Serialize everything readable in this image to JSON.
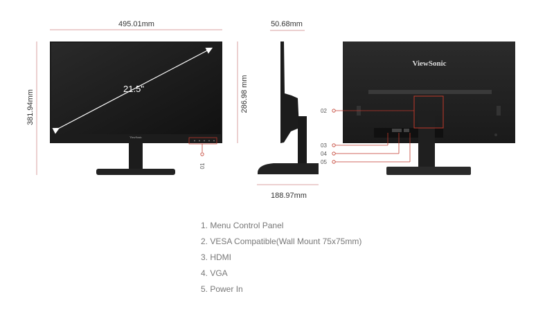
{
  "dimensions": {
    "front_width": "495.01mm",
    "front_height": "381.94mm",
    "screen_height": "286.98 mm",
    "side_depth": "50.68mm",
    "stand_depth": "188.97mm",
    "diagonal": "21.5\""
  },
  "brand": "ViewSonic",
  "callouts": [
    "01",
    "02",
    "03",
    "04",
    "05"
  ],
  "features": [
    "1. Menu Control Panel",
    "2. VESA Compatible(Wall Mount 75x75mm)",
    "3. HDMI",
    "4. VGA",
    "5. Power In"
  ],
  "colors": {
    "accent": "#c0392b",
    "dimension_line": "#d9a0a0",
    "monitor": "#1c1c1c"
  }
}
